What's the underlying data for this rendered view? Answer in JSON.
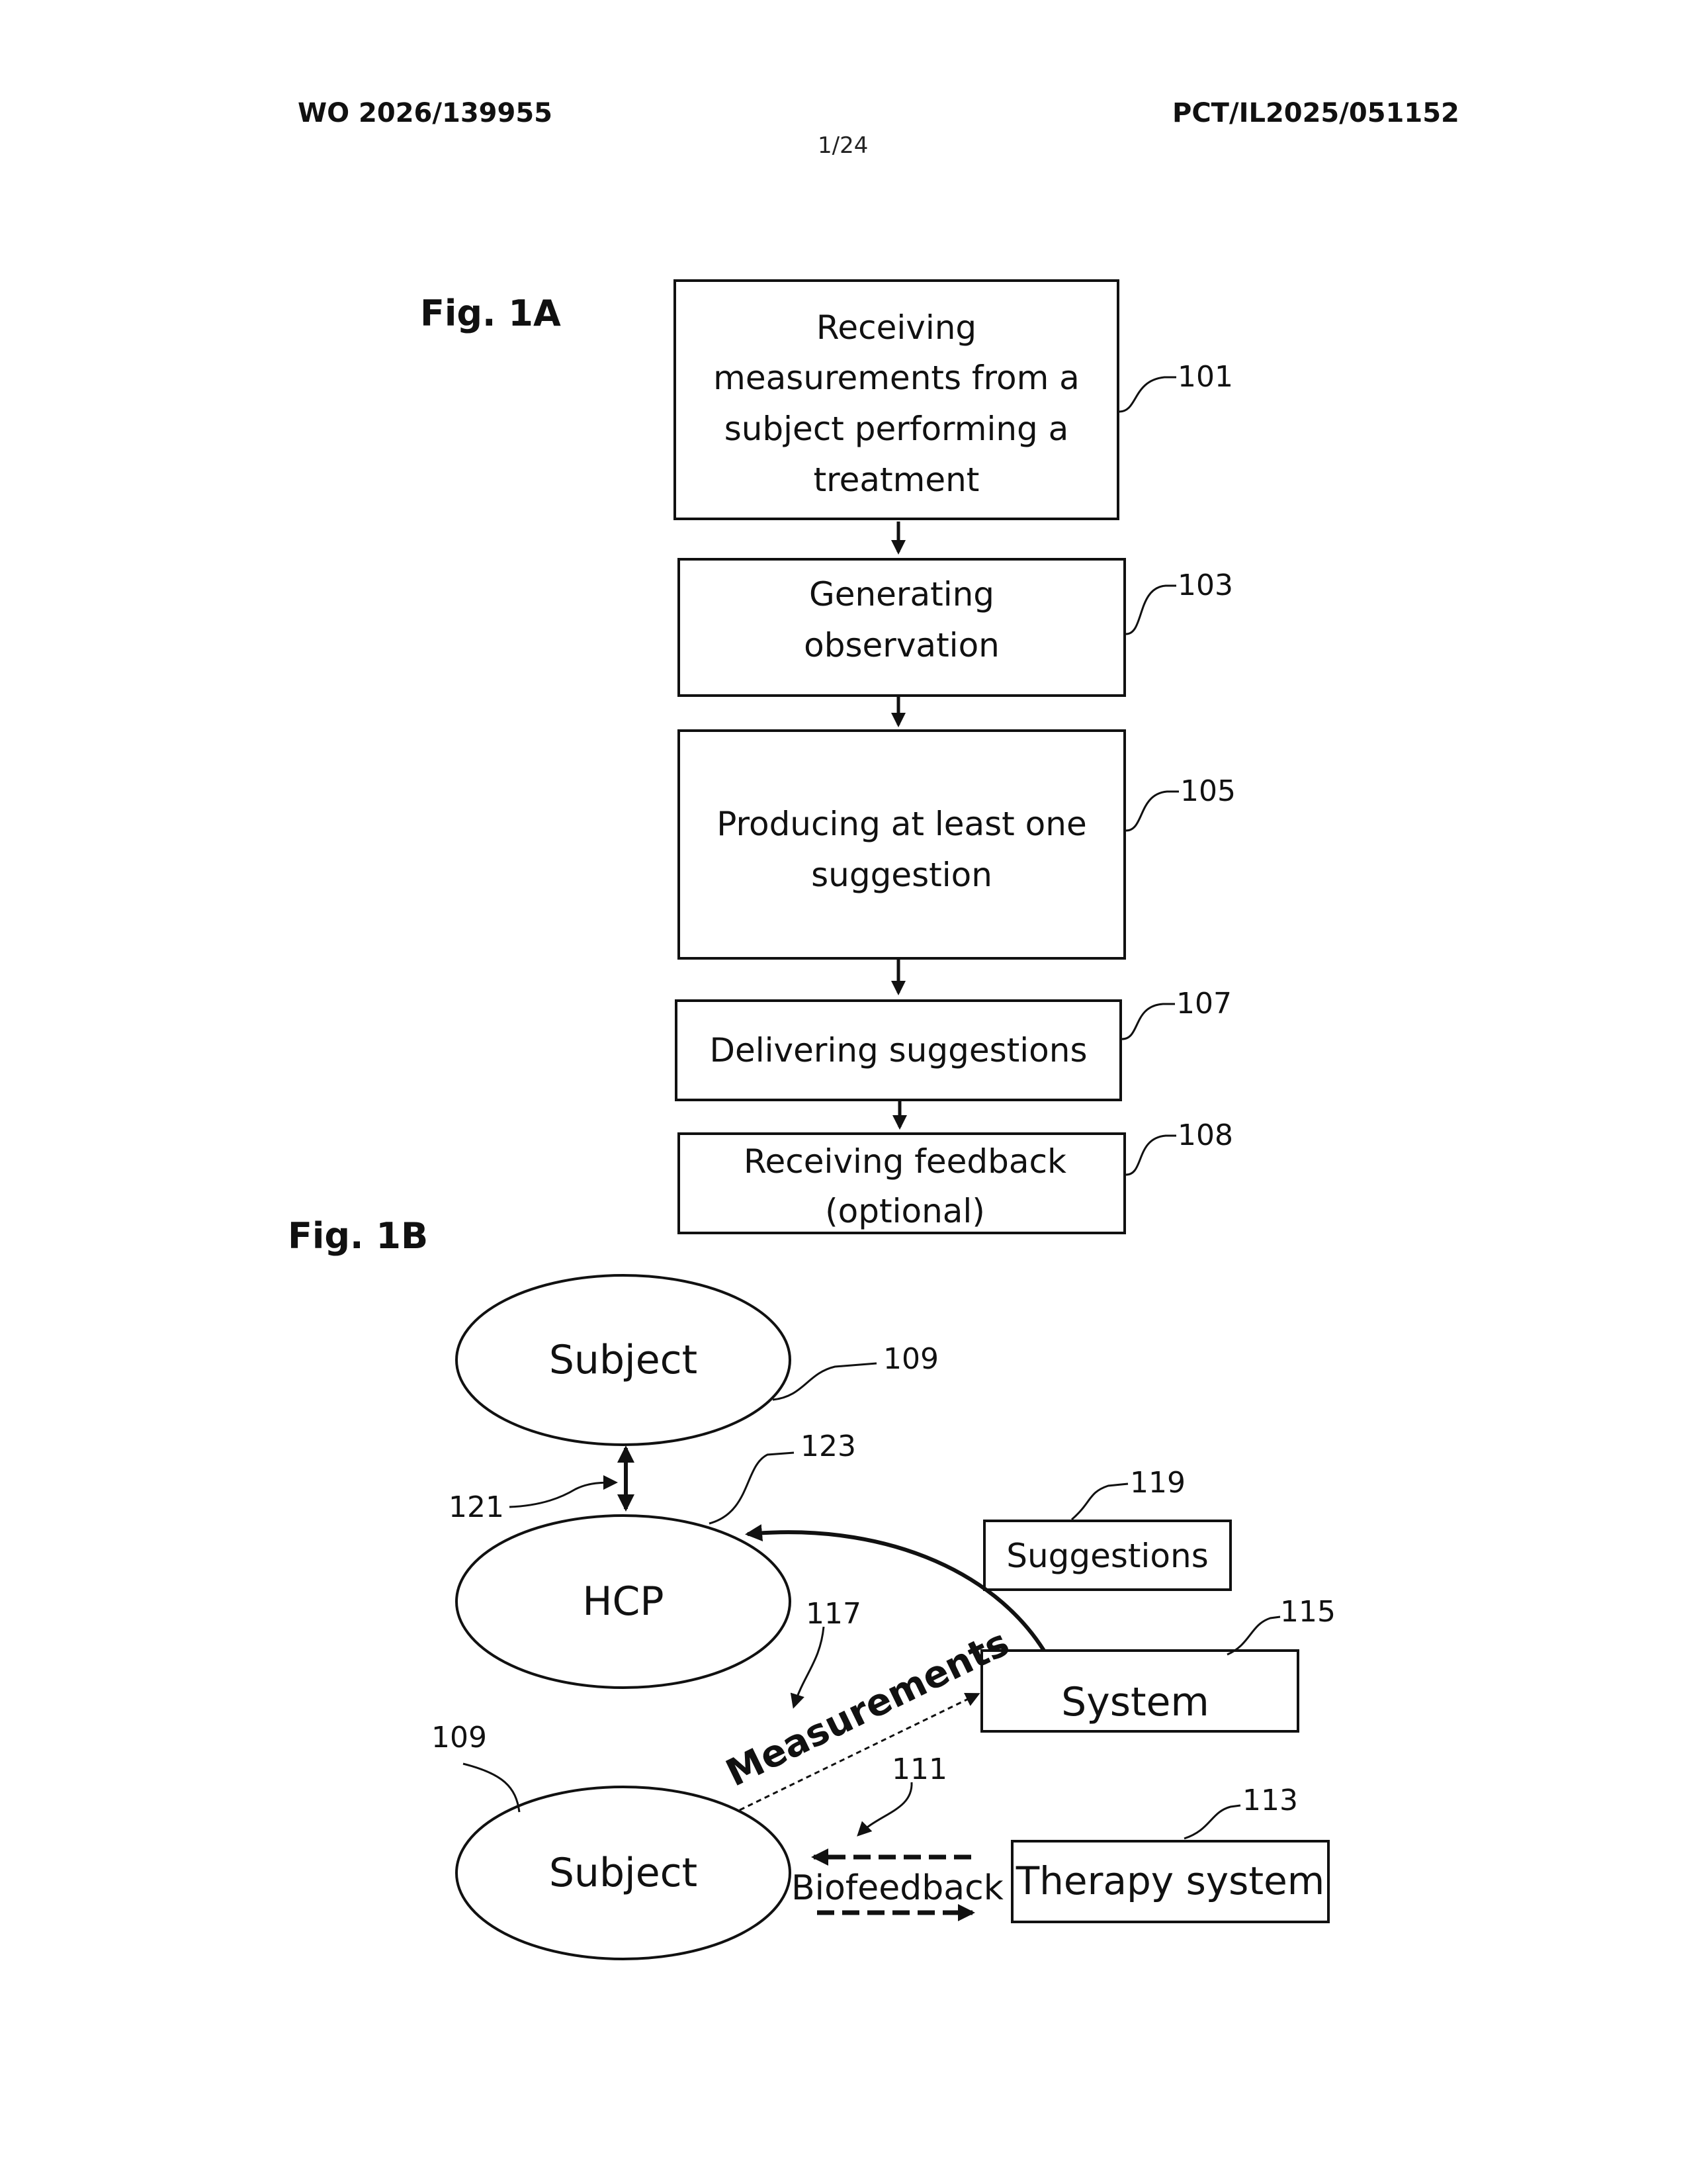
{
  "header": {
    "pub_no": "WO 2026/139955",
    "app_no": "PCT/IL2025/051152",
    "sheet": "1/24"
  },
  "fig1a": {
    "label": "Fig. 1A",
    "steps": [
      {
        "ref": "101",
        "lines": [
          "Receiving",
          "measurements from a",
          "subject performing a",
          "treatment"
        ]
      },
      {
        "ref": "103",
        "lines": [
          "Generating",
          "observation"
        ]
      },
      {
        "ref": "105",
        "lines": [
          "Producing at least one",
          "suggestion"
        ]
      },
      {
        "ref": "107",
        "lines": [
          "Delivering suggestions"
        ]
      },
      {
        "ref": "108",
        "lines": [
          "Receiving feedback",
          "(optional)"
        ]
      }
    ]
  },
  "fig1b": {
    "label": "Fig. 1B",
    "subject_top": {
      "text": "Subject",
      "ref": "109"
    },
    "hcp": {
      "text": "HCP",
      "ref": "123"
    },
    "subject_bottom": {
      "text": "Subject",
      "ref": "109"
    },
    "suggestions": {
      "text": "Suggestions",
      "ref": "119"
    },
    "system": {
      "text": "System",
      "ref": "115"
    },
    "therapy_system": {
      "text": "Therapy system",
      "ref": "113"
    },
    "arrow_121": "121",
    "measurements": {
      "text": "Measurements",
      "ref": "117"
    },
    "biofeedback": {
      "text": "Biofeedback",
      "ref": "111"
    }
  }
}
